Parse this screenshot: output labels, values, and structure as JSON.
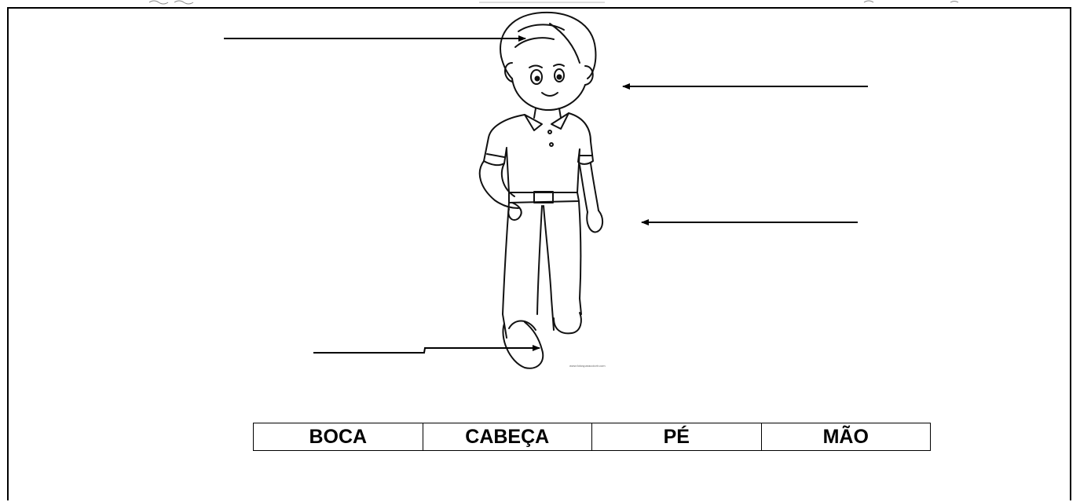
{
  "worksheet": {
    "word_bank": [
      "BOCA",
      "CABEÇA",
      "PÉ",
      "MÃO"
    ],
    "illustration": "boy-figure",
    "answer_lines": 4,
    "credit": "www.fotosparacolorir.com"
  }
}
